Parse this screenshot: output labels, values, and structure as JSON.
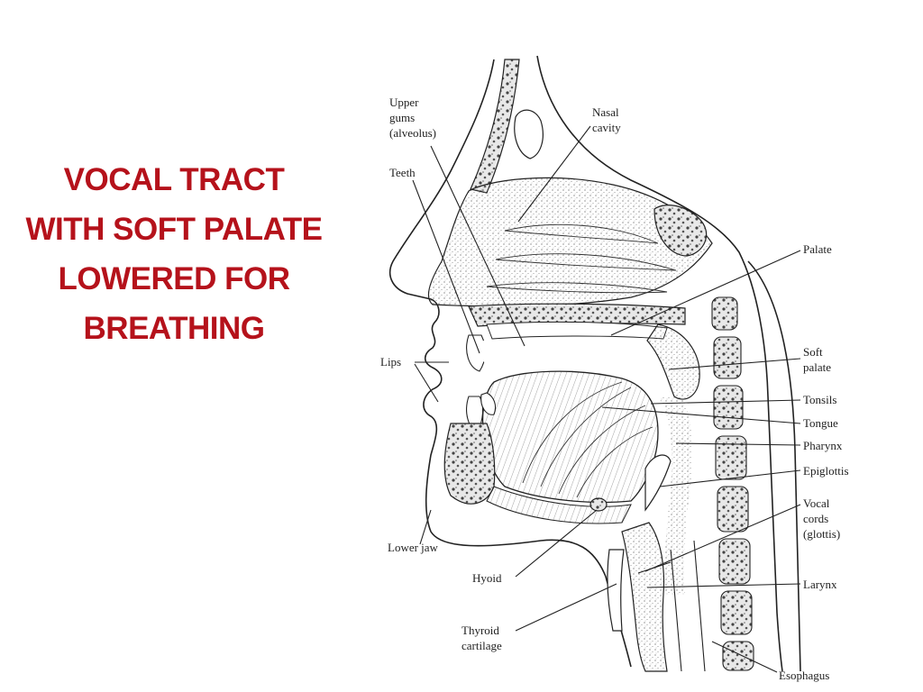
{
  "title": {
    "lines": [
      "VOCAL TRACT",
      "WITH SOFT PALATE",
      "LOWERED FOR",
      "BREATHING"
    ],
    "color": "#b5121b"
  },
  "labels": {
    "upper_gums": [
      "Upper",
      "gums",
      "(alveolus)"
    ],
    "nasal_cavity": [
      "Nasal",
      "cavity"
    ],
    "teeth": "Teeth",
    "palate": "Palate",
    "lips": "Lips",
    "soft_palate": [
      "Soft",
      "palate"
    ],
    "tonsils": "Tonsils",
    "tongue": "Tongue",
    "pharynx": "Pharynx",
    "epiglottis": "Epiglottis",
    "vocal_cords": [
      "Vocal",
      "cords",
      "(glottis)"
    ],
    "lower_jaw": "Lower jaw",
    "hyoid": "Hyoid",
    "larynx": "Larynx",
    "thyroid_cartilage": [
      "Thyroid",
      "cartilage"
    ],
    "esophagus": "Esophagus"
  }
}
